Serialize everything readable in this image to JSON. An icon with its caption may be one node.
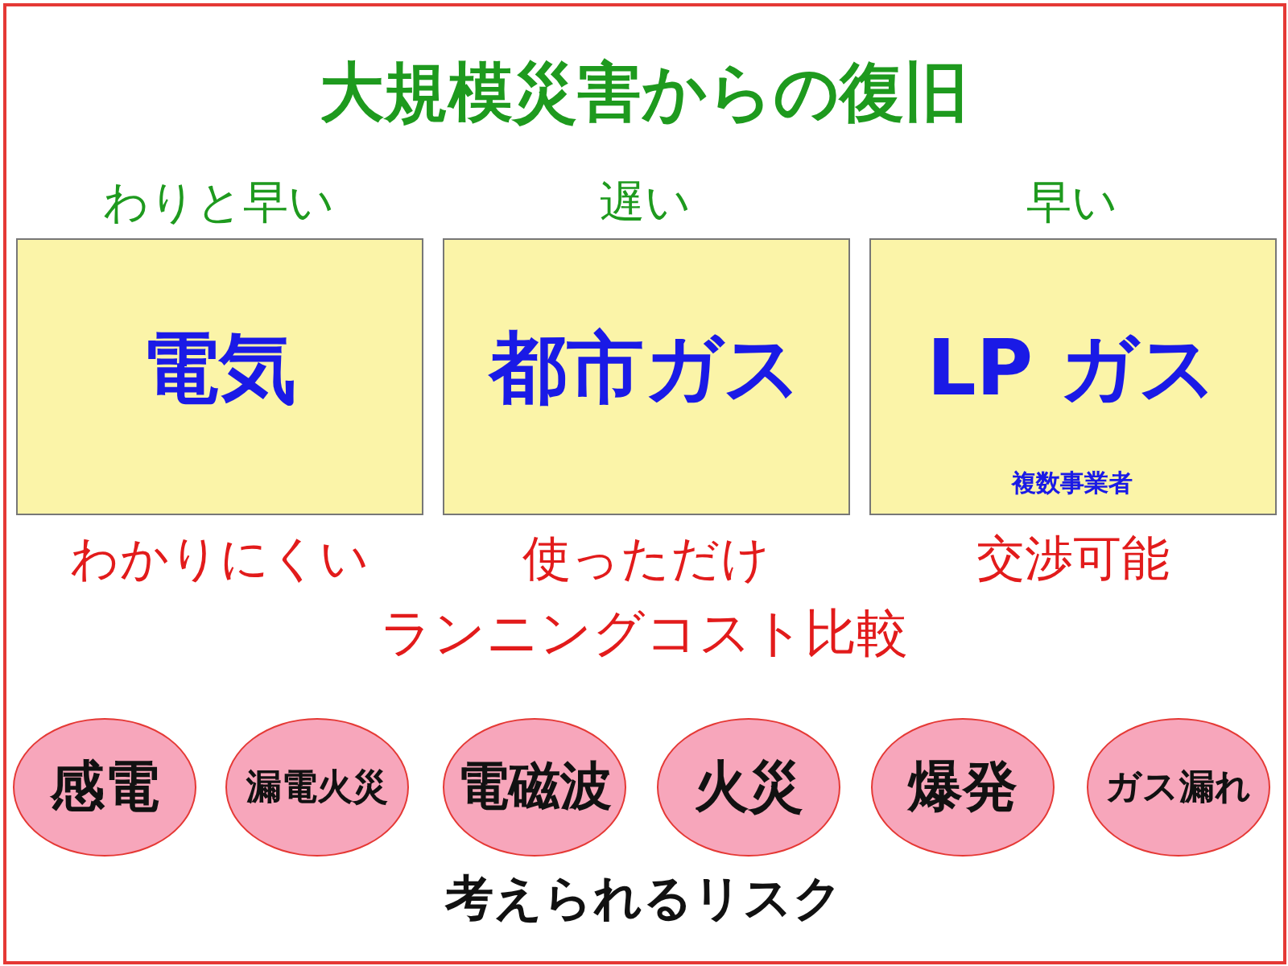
{
  "diagram": {
    "title": "大規模災害からの復旧",
    "nodes": [
      {
        "text": [
          "わりと早い",
          "電気"
        ],
        "beside": [
          "わかりにくい"
        ]
      },
      {
        "text": [
          "遅い",
          "都市ガス"
        ],
        "beside": [
          "使っただけ"
        ]
      },
      {
        "text": [
          "早い",
          "LP ガス",
          "複数事業者"
        ],
        "beside": [
          "交渉可能"
        ]
      },
      {
        "text": [
          "感電"
        ]
      },
      {
        "text": [
          "漏電火災"
        ]
      },
      {
        "text": [
          "電磁波"
        ]
      },
      {
        "text": [
          "火災"
        ]
      },
      {
        "text": [
          "爆発"
        ]
      },
      {
        "text": [
          "ガス漏れ"
        ]
      }
    ],
    "labels": [
      "ランニングコスト比較",
      "考えられるリスク"
    ]
  }
}
